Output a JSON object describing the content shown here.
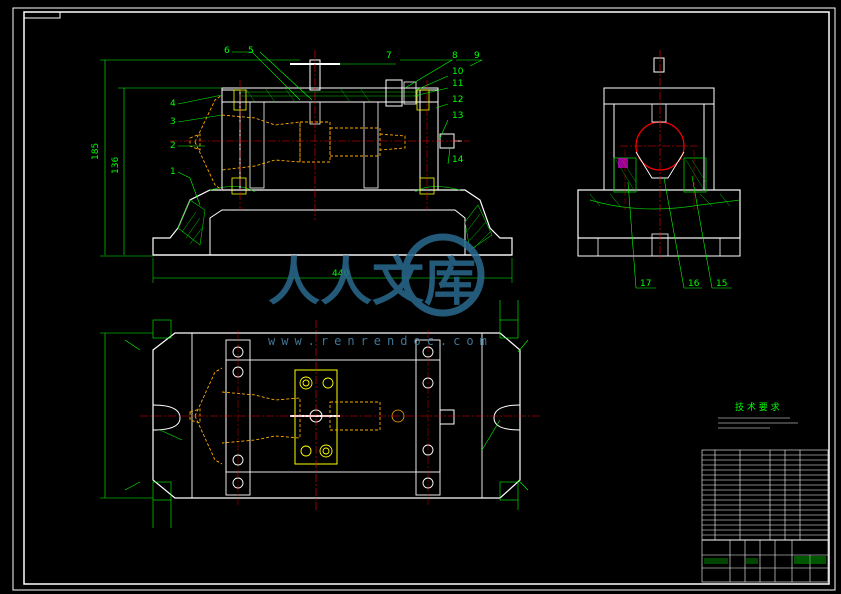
{
  "drawing": {
    "part_labels_front": [
      "1",
      "2",
      "3",
      "4",
      "5",
      "6",
      "7",
      "8",
      "9",
      "10",
      "11",
      "12",
      "13",
      "14"
    ],
    "part_labels_side": [
      "15",
      "16",
      "17"
    ],
    "dim_labels": {
      "overall_width": "440",
      "height_outer": "185",
      "height_inner": "136"
    }
  },
  "watermark": {
    "text": "人人文库",
    "url": "www.renrendoc.com"
  },
  "tech_notes_title": "技 术 要 求",
  "colors": {
    "background": "#000000",
    "outline": "#ffffff",
    "dimension": "#00ff00",
    "centerline": "#ff0000",
    "workpiece": "#ffaa00",
    "hatch": "#00cc00",
    "part_yellow": "#ffff00",
    "watermark": "#2a6a8f"
  }
}
